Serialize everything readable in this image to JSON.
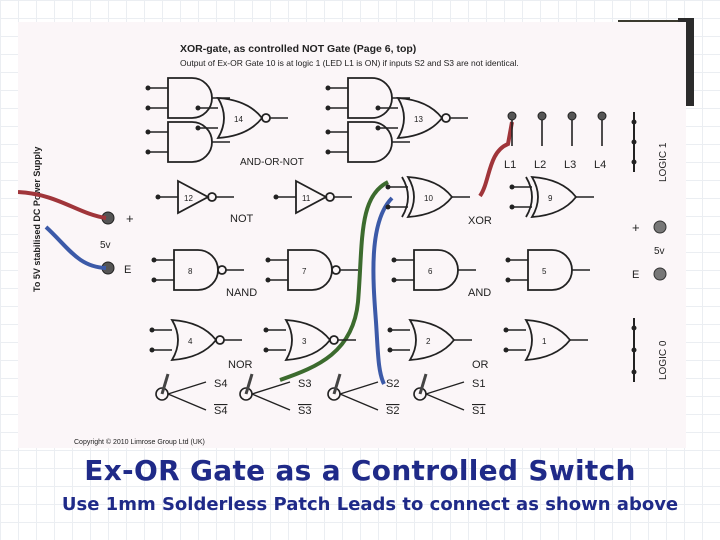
{
  "diagram": {
    "heading": "XOR-gate, as controlled NOT Gate (Page 6, top)",
    "subheading": "Output of Ex-OR Gate 10 is at logic 1 (LED L1 is ON) if inputs S2 and S3 are not identical.",
    "supply_label": "To 5V stabilised DC Power Supply",
    "plus_label": "+",
    "volt_label": "5v",
    "e_label": "E",
    "group_labels": {
      "and_or_not": "AND-OR-NOT",
      "not": "NOT",
      "xor": "XOR",
      "nand": "NAND",
      "and": "AND",
      "nor": "NOR",
      "or": "OR"
    },
    "gate_numbers": [
      "14",
      "13",
      "12",
      "11",
      "10",
      "9",
      "8",
      "7",
      "6",
      "5",
      "4",
      "3",
      "2",
      "1"
    ],
    "leds": [
      "L1",
      "L2",
      "L3",
      "L4"
    ],
    "logic1": "LOGIC 1",
    "logic0": "LOGIC 0",
    "switches": [
      "S4",
      "S3",
      "S2",
      "S1"
    ],
    "switches_bar": [
      "S4",
      "S3",
      "S2",
      "S1"
    ],
    "copyright": "Copyright © 2010 Limrose Group Ltd (UK)"
  },
  "slide": {
    "title": "Ex-OR Gate as a Controlled Switch",
    "subtitle": "Use 1mm Solderless Patch Leads to connect as shown above"
  },
  "colors": {
    "title": "#1f2a88",
    "wire_red": "#a0353a",
    "wire_blue": "#3c5aa8",
    "wire_green": "#3c6b2e",
    "corner_yellow": "#e6e24a"
  }
}
